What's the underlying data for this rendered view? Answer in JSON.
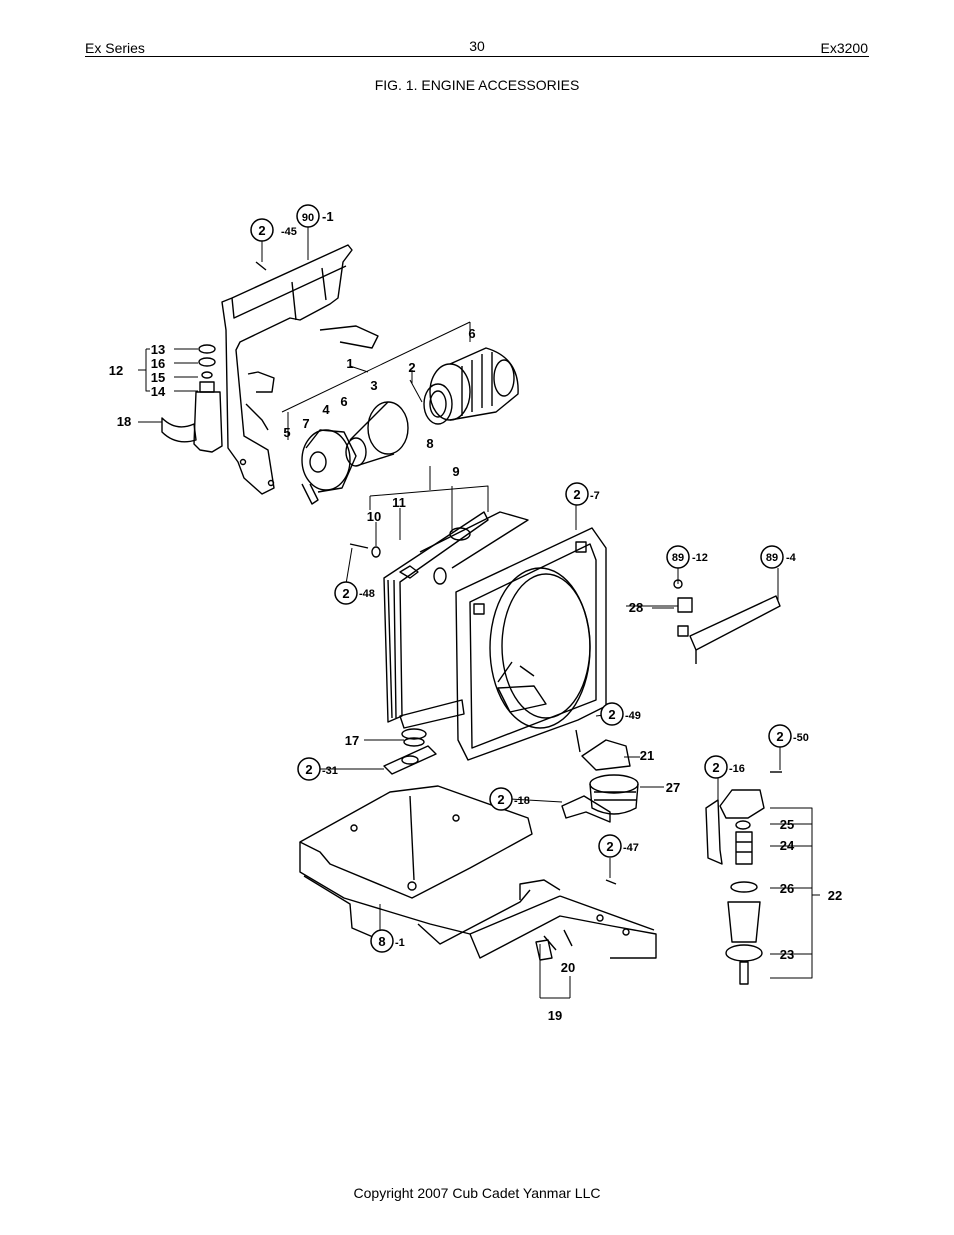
{
  "header": {
    "left": "Ex Series",
    "page": "30",
    "right": "Ex3200"
  },
  "figure": {
    "title": "FIG. 1. ENGINE ACCESSORIES"
  },
  "footer": {
    "copyright": "Copyright 2007 Cub Cadet Yanmar LLC"
  },
  "callouts": [
    {
      "circle": "2",
      "suffix": "-45"
    },
    {
      "circle": "90",
      "suffix": "-1"
    },
    {
      "circle": "2",
      "suffix": "-7"
    },
    {
      "circle": "89",
      "suffix": "-12"
    },
    {
      "circle": "89",
      "suffix": "-4"
    },
    {
      "circle": "2",
      "suffix": "-48"
    },
    {
      "circle": "2",
      "suffix": "-49"
    },
    {
      "circle": "2",
      "suffix": "-50"
    },
    {
      "circle": "2",
      "suffix": "-16"
    },
    {
      "circle": "2",
      "suffix": "-31"
    },
    {
      "circle": "2",
      "suffix": "-18"
    },
    {
      "circle": "2",
      "suffix": "-47"
    },
    {
      "circle": "8",
      "suffix": "-1"
    }
  ],
  "part_numbers": [
    "13",
    "16",
    "15",
    "14",
    "12",
    "18",
    "1",
    "2",
    "3",
    "4",
    "5",
    "6",
    "6",
    "7",
    "8",
    "9",
    "10",
    "11",
    "17",
    "19",
    "20",
    "21",
    "22",
    "23",
    "24",
    "25",
    "26",
    "27",
    "28"
  ]
}
